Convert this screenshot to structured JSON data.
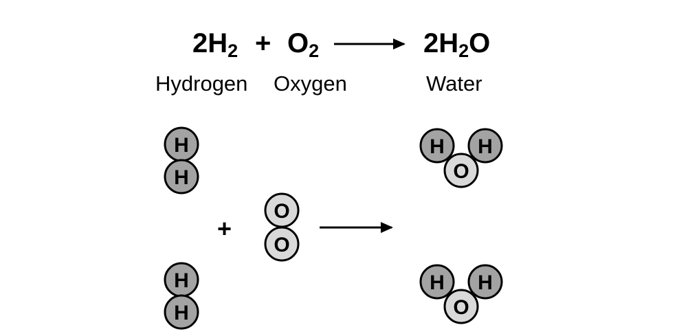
{
  "equation": {
    "h2_coef": "2H",
    "h2_sub": "2",
    "plus": "+",
    "o2_base": "O",
    "o2_sub": "2",
    "water_coef": "2H",
    "water_sub": "2",
    "water_end": "O"
  },
  "labels": {
    "hydrogen": "Hydrogen",
    "oxygen": "Oxygen",
    "water": "Water"
  },
  "atoms": {
    "hydrogen_symbol": "H",
    "oxygen_symbol": "O"
  },
  "molecule_plus": "+",
  "colors": {
    "hydrogen_fill": "#a3a3a3",
    "oxygen_fill": "#d9d9d9",
    "outline": "#000000",
    "background": "#ffffff"
  }
}
